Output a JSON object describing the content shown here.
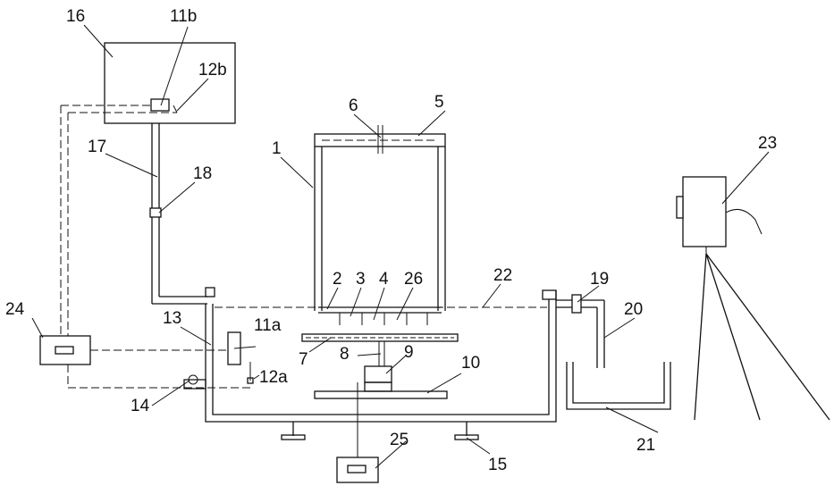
{
  "labels": {
    "n1": "1",
    "n2": "2",
    "n3": "3",
    "n4": "4",
    "n26": "26",
    "n5": "5",
    "n6": "6",
    "n7": "7",
    "n8": "8",
    "n9": "9",
    "n10": "10",
    "n11a": "11a",
    "n11b": "11b",
    "n12a": "12a",
    "n12b": "12b",
    "n13": "13",
    "n14": "14",
    "n15": "15",
    "n16": "16",
    "n17": "17",
    "n18": "18",
    "n19": "19",
    "n20": "20",
    "n21": "21",
    "n22": "22",
    "n23": "23",
    "n24": "24",
    "n25": "25"
  },
  "colors": {
    "line": "#111111",
    "background": "#ffffff"
  },
  "icons": [
    "camera-icon",
    "valve-icon",
    "pump-icon",
    "sensor-icon",
    "controller-icon"
  ]
}
